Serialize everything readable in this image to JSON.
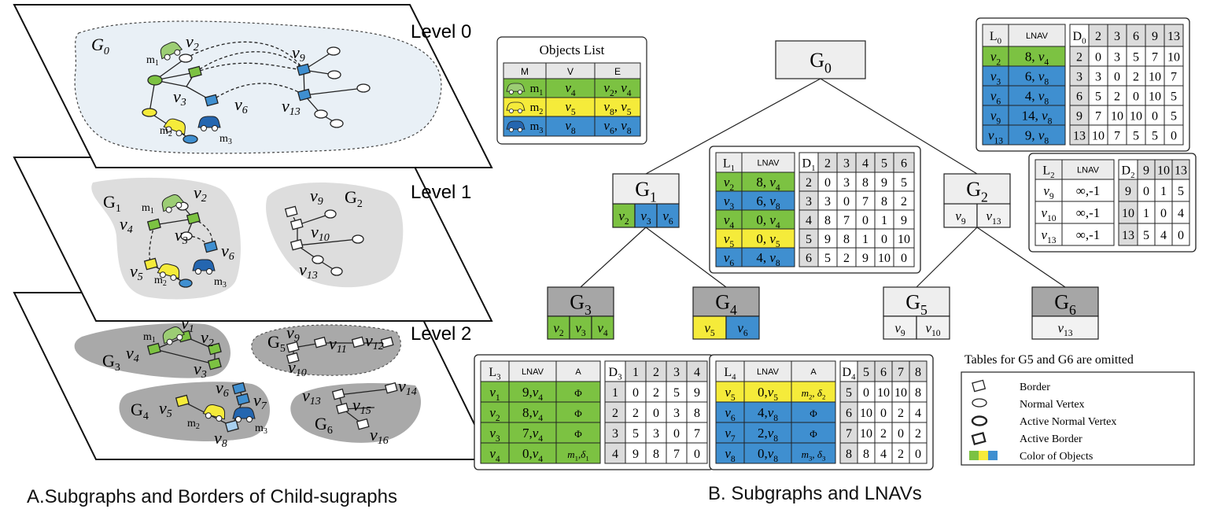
{
  "levels": [
    "Level 0",
    "Level 1",
    "Level 2"
  ],
  "captions": {
    "left": "A.Subgraphs  and Borders of Child-sugraphs",
    "right": "B. Subgraphs and LNAVs"
  },
  "colors": {
    "green": "#7cc242",
    "yellow": "#f5eb3a",
    "blue": "#3f8fd0",
    "light_panel": "#e8eff5",
    "gray_panel": "#dedede",
    "dark_panel": "#a9a9a9",
    "node_fill": "#eeeeee",
    "dark_node": "#a6a6a6"
  },
  "panelA": {
    "level0": {
      "graph": "G0",
      "vertices": [
        "v2",
        "v3",
        "v6",
        "v9",
        "v13"
      ],
      "objects": [
        "m1",
        "m2",
        "m3"
      ]
    },
    "level1": {
      "graphs": [
        "G1",
        "G2"
      ],
      "vertices": [
        "v2",
        "v3",
        "v4",
        "v5",
        "v6",
        "v9",
        "v10",
        "v13"
      ],
      "objects": [
        "m1",
        "m2",
        "m3"
      ]
    },
    "level2": {
      "graphs": [
        "G3",
        "G4",
        "G5",
        "G6"
      ],
      "vertices": [
        "v1",
        "v2",
        "v3",
        "v4",
        "v5",
        "v6",
        "v7",
        "v8",
        "v9",
        "v10",
        "v11",
        "v12",
        "v13",
        "v14",
        "v15",
        "v16"
      ],
      "objects": [
        "m1",
        "m2",
        "m3"
      ]
    }
  },
  "objects_list": {
    "title": "Objects List",
    "headers": [
      "M",
      "V",
      "E"
    ],
    "rows": [
      {
        "m": "m1",
        "v": "v4",
        "e": "v2, v4",
        "color": "green"
      },
      {
        "m": "m2",
        "v": "v5",
        "e": "v8, v5",
        "color": "yellow"
      },
      {
        "m": "m3",
        "v": "v8",
        "e": "v6, v8",
        "color": "blue"
      }
    ]
  },
  "tree": {
    "nodes": [
      {
        "id": "G0",
        "cells": [],
        "shade": "light"
      },
      {
        "id": "G1",
        "cells": [
          {
            "t": "v2",
            "c": "green"
          },
          {
            "t": "v3",
            "c": "blue"
          },
          {
            "t": "v6",
            "c": "blue"
          }
        ],
        "shade": "light"
      },
      {
        "id": "G2",
        "cells": [
          {
            "t": "v9",
            "c": ""
          },
          {
            "t": "v13",
            "c": ""
          }
        ],
        "shade": "light"
      },
      {
        "id": "G3",
        "cells": [
          {
            "t": "v2",
            "c": "green"
          },
          {
            "t": "v3",
            "c": "green"
          },
          {
            "t": "v4",
            "c": "green"
          }
        ],
        "shade": "dark"
      },
      {
        "id": "G4",
        "cells": [
          {
            "t": "v5",
            "c": "yellow"
          },
          {
            "t": "v6",
            "c": "blue"
          }
        ],
        "shade": "dark"
      },
      {
        "id": "G5",
        "cells": [
          {
            "t": "v9",
            "c": ""
          },
          {
            "t": "v10",
            "c": ""
          }
        ],
        "shade": "light"
      },
      {
        "id": "G6",
        "cells": [
          {
            "t": "v13",
            "c": ""
          }
        ],
        "shade": "dark"
      }
    ],
    "edges": [
      [
        "G0",
        "G1"
      ],
      [
        "G0",
        "G2"
      ],
      [
        "G1",
        "G3"
      ],
      [
        "G1",
        "G4"
      ],
      [
        "G2",
        "G5"
      ],
      [
        "G2",
        "G6"
      ]
    ]
  },
  "tables": {
    "T0": {
      "l_header": "L0",
      "lnav_header": "LNAV",
      "rows": [
        {
          "l": "v2",
          "lnav": "8, v4",
          "c": "green"
        },
        {
          "l": "v3",
          "lnav": "6, v8",
          "c": "blue"
        },
        {
          "l": "v6",
          "lnav": "4, v8",
          "c": "blue"
        },
        {
          "l": "v9",
          "lnav": "14, v8",
          "c": "blue"
        },
        {
          "l": "v13",
          "lnav": "9, v8",
          "c": "blue"
        }
      ],
      "d_header": [
        "D0",
        "2",
        "3",
        "6",
        "9",
        "13"
      ],
      "d_rows": [
        [
          "2",
          "0",
          "3",
          "5",
          "7",
          "10"
        ],
        [
          "3",
          "3",
          "0",
          "2",
          "10",
          "7"
        ],
        [
          "6",
          "5",
          "2",
          "0",
          "10",
          "5"
        ],
        [
          "9",
          "7",
          "10",
          "10",
          "0",
          "5"
        ],
        [
          "13",
          "10",
          "7",
          "5",
          "5",
          "0"
        ]
      ]
    },
    "T1": {
      "l_header": "L1",
      "lnav_header": "LNAV",
      "rows": [
        {
          "l": "v2",
          "lnav": "8, v4",
          "c": "green"
        },
        {
          "l": "v3",
          "lnav": "6, v8",
          "c": "blue"
        },
        {
          "l": "v4",
          "lnav": "0, v4",
          "c": "green"
        },
        {
          "l": "v5",
          "lnav": "0, v5",
          "c": "yellow"
        },
        {
          "l": "v6",
          "lnav": "4, v8",
          "c": "blue"
        }
      ],
      "d_header": [
        "D1",
        "2",
        "3",
        "4",
        "5",
        "6"
      ],
      "d_rows": [
        [
          "2",
          "0",
          "3",
          "8",
          "9",
          "5"
        ],
        [
          "3",
          "3",
          "0",
          "7",
          "8",
          "2"
        ],
        [
          "4",
          "8",
          "7",
          "0",
          "1",
          "9"
        ],
        [
          "5",
          "9",
          "8",
          "1",
          "0",
          "10"
        ],
        [
          "6",
          "5",
          "2",
          "9",
          "10",
          "0"
        ]
      ]
    },
    "T2": {
      "l_header": "L2",
      "lnav_header": "LNAV",
      "rows": [
        {
          "l": "v9",
          "lnav": "∞,-1",
          "c": ""
        },
        {
          "l": "v10",
          "lnav": "∞,-1",
          "c": ""
        },
        {
          "l": "v13",
          "lnav": "∞,-1",
          "c": ""
        }
      ],
      "d_header": [
        "D2",
        "9",
        "10",
        "13"
      ],
      "d_rows": [
        [
          "9",
          "0",
          "1",
          "5"
        ],
        [
          "10",
          "1",
          "0",
          "4"
        ],
        [
          "13",
          "5",
          "4",
          "0"
        ]
      ]
    },
    "T3": {
      "l_header": "L3",
      "lnav_header": "LNAV",
      "a_header": "A",
      "rows": [
        {
          "l": "v1",
          "lnav": "9,v4",
          "a": "Φ",
          "c": "green"
        },
        {
          "l": "v2",
          "lnav": "8,v4",
          "a": "Φ",
          "c": "green"
        },
        {
          "l": "v3",
          "lnav": "7,v4",
          "a": "Φ",
          "c": "green"
        },
        {
          "l": "v4",
          "lnav": "0,v4",
          "a": "m1,δ1",
          "c": "green"
        }
      ],
      "d_header": [
        "D3",
        "1",
        "2",
        "3",
        "4"
      ],
      "d_rows": [
        [
          "1",
          "0",
          "2",
          "5",
          "9"
        ],
        [
          "2",
          "2",
          "0",
          "3",
          "8"
        ],
        [
          "3",
          "5",
          "3",
          "0",
          "7"
        ],
        [
          "4",
          "9",
          "8",
          "7",
          "0"
        ]
      ]
    },
    "T4": {
      "l_header": "L4",
      "lnav_header": "LNAV",
      "a_header": "A",
      "rows": [
        {
          "l": "v5",
          "lnav": "0,v5",
          "a": "m2, δ2",
          "c": "yellow"
        },
        {
          "l": "v6",
          "lnav": "4,v8",
          "a": "Φ",
          "c": "blue"
        },
        {
          "l": "v7",
          "lnav": "2,v8",
          "a": "Φ",
          "c": "blue"
        },
        {
          "l": "v8",
          "lnav": "0,v8",
          "a": "m3, δ3",
          "c": "blue"
        }
      ],
      "d_header": [
        "D4",
        "5",
        "6",
        "7",
        "8"
      ],
      "d_rows": [
        [
          "5",
          "0",
          "10",
          "10",
          "8"
        ],
        [
          "6",
          "10",
          "0",
          "2",
          "4"
        ],
        [
          "7",
          "10",
          "2",
          "0",
          "2"
        ],
        [
          "8",
          "8",
          "4",
          "2",
          "0"
        ]
      ]
    }
  },
  "omitted_note": "Tables for G5 and G6 are omitted",
  "legend": [
    {
      "symbol": "border",
      "label": "Border"
    },
    {
      "symbol": "normal-vertex",
      "label": "Normal Vertex"
    },
    {
      "symbol": "active-normal-vertex",
      "label": "Active Normal Vertex"
    },
    {
      "symbol": "active-border",
      "label": "Active Border"
    },
    {
      "symbol": "color-swatch",
      "label": "Color of Objects"
    }
  ]
}
